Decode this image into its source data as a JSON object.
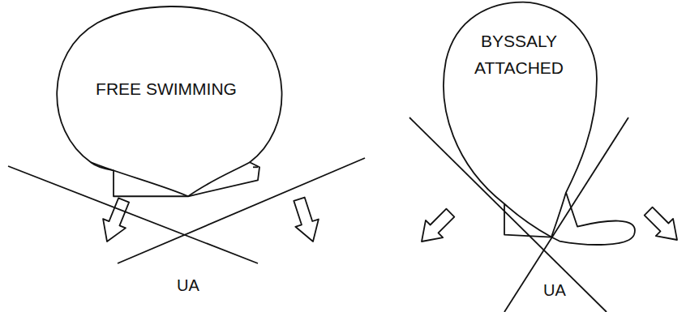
{
  "diagram": {
    "nodes": [
      {
        "text": [
          "FREE SWIMMING"
        ]
      },
      {
        "text": [
          "BYSSALY ATTACHED"
        ]
      }
    ],
    "labels": [
      "UA",
      "UA"
    ]
  }
}
